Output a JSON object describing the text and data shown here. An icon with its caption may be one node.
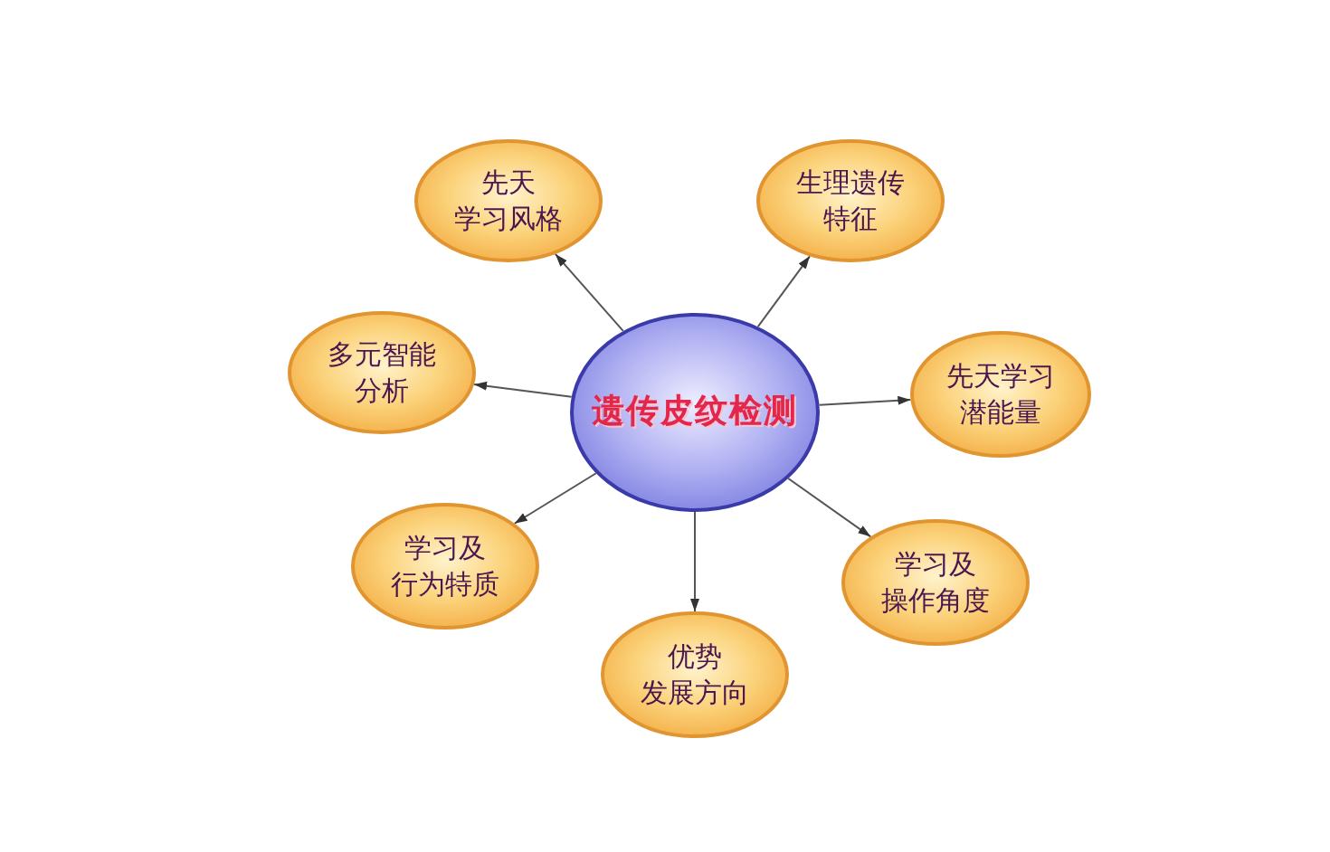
{
  "diagram": {
    "nodes": [
      {
        "text": [
          "先天学习风格"
        ]
      },
      {
        "text": [
          "生理遗传特征"
        ]
      },
      {
        "text": [
          "多元智能分析"
        ]
      },
      {
        "text": [
          "遗传皮纹检测"
        ]
      },
      {
        "text": [
          "先天学习潜能量"
        ]
      },
      {
        "text": [
          "学习及行为特质"
        ]
      },
      {
        "text": [
          "学习及操作角度"
        ]
      },
      {
        "text": [
          "优势发展方向"
        ]
      }
    ],
    "edges": [
      {
        "from": 3,
        "to": 0,
        "arrow": "to"
      },
      {
        "from": 3,
        "to": 1,
        "arrow": "to"
      },
      {
        "from": 3,
        "to": 2,
        "arrow": "to"
      },
      {
        "from": 3,
        "to": 4,
        "arrow": "to"
      },
      {
        "from": 3,
        "to": 5,
        "arrow": "to"
      },
      {
        "from": 3,
        "to": 6,
        "arrow": "to"
      },
      {
        "from": 3,
        "to": 7,
        "arrow": "to"
      }
    ]
  }
}
